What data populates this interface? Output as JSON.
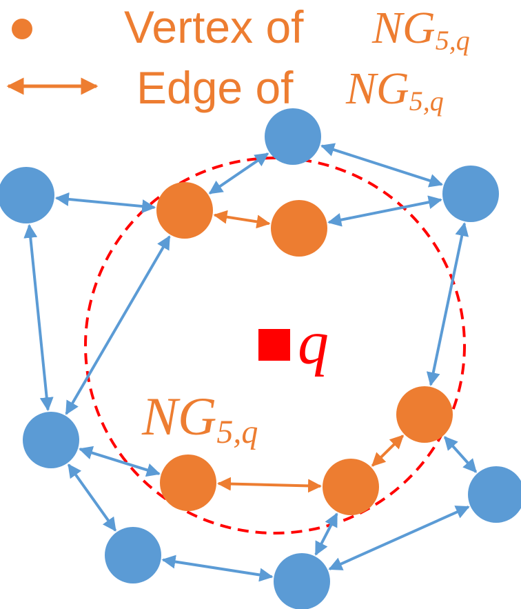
{
  "legend": {
    "vertex": {
      "text": "Vertex of",
      "symbol_main": "NG",
      "symbol_sub": "5,q"
    },
    "edge": {
      "text": "Edge of",
      "symbol_main": "NG",
      "symbol_sub": "5,q"
    }
  },
  "query_label": "q",
  "neighborhood_label": {
    "main": "NG",
    "sub": "5,q"
  },
  "colors": {
    "graph_node": "#5B9BD5",
    "neighborhood_node": "#ED7D31",
    "query": "#FF0000",
    "boundary": "#FF0000"
  },
  "nodes": [
    {
      "id": "blue-top",
      "kind": "graph"
    },
    {
      "id": "blue-upper-left",
      "kind": "graph"
    },
    {
      "id": "blue-upper-right",
      "kind": "graph"
    },
    {
      "id": "blue-mid-left",
      "kind": "graph"
    },
    {
      "id": "blue-lower-right",
      "kind": "graph"
    },
    {
      "id": "blue-bottom-left",
      "kind": "graph"
    },
    {
      "id": "blue-bottom-center",
      "kind": "graph"
    },
    {
      "id": "orange-upper-left",
      "kind": "neighborhood"
    },
    {
      "id": "orange-upper-center",
      "kind": "neighborhood"
    },
    {
      "id": "orange-right",
      "kind": "neighborhood"
    },
    {
      "id": "orange-bottom-left",
      "kind": "neighborhood"
    },
    {
      "id": "orange-bottom-right",
      "kind": "neighborhood"
    }
  ],
  "edges": [
    {
      "from": "orange-upper-left",
      "to": "orange-upper-center",
      "kind": "neighborhood"
    },
    {
      "from": "orange-bottom-left",
      "to": "orange-bottom-right",
      "kind": "neighborhood"
    },
    {
      "from": "orange-bottom-right",
      "to": "orange-right",
      "kind": "neighborhood"
    },
    {
      "from": "blue-top",
      "to": "orange-upper-left",
      "kind": "graph"
    },
    {
      "from": "blue-top",
      "to": "blue-upper-right",
      "kind": "graph"
    },
    {
      "from": "blue-upper-left",
      "to": "orange-upper-left",
      "kind": "graph"
    },
    {
      "from": "blue-upper-left",
      "to": "blue-mid-left",
      "kind": "graph"
    },
    {
      "from": "orange-upper-left",
      "to": "blue-mid-left",
      "kind": "graph"
    },
    {
      "from": "blue-upper-right",
      "to": "orange-upper-center",
      "kind": "graph"
    },
    {
      "from": "blue-upper-right",
      "to": "orange-right",
      "kind": "graph"
    },
    {
      "from": "blue-mid-left",
      "to": "orange-bottom-left",
      "kind": "graph"
    },
    {
      "from": "blue-mid-left",
      "to": "blue-bottom-left",
      "kind": "graph"
    },
    {
      "from": "blue-bottom-left",
      "to": "blue-bottom-center",
      "kind": "graph"
    },
    {
      "from": "blue-bottom-center",
      "to": "orange-bottom-right",
      "kind": "graph"
    },
    {
      "from": "blue-bottom-center",
      "to": "blue-lower-right",
      "kind": "graph"
    },
    {
      "from": "orange-right",
      "to": "blue-lower-right",
      "kind": "graph"
    }
  ]
}
